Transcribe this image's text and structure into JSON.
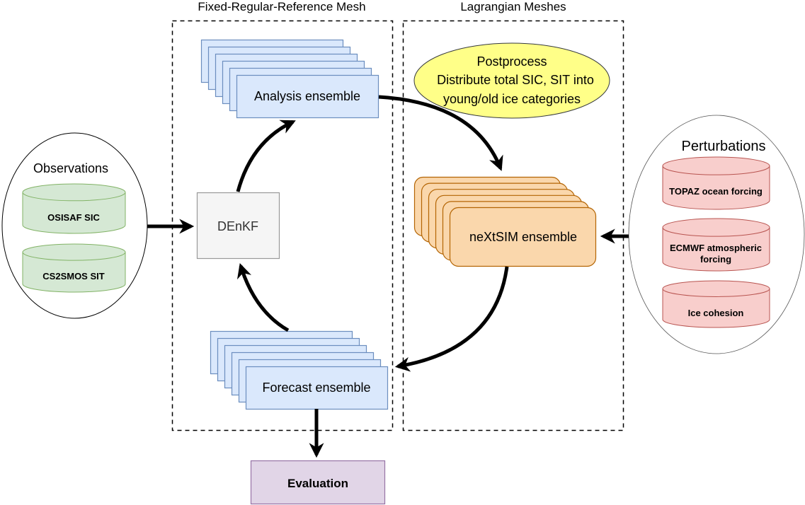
{
  "regions": {
    "fixed_mesh": {
      "title": "Fixed-Regular-Reference Mesh"
    },
    "lagrangian": {
      "title": "Lagrangian Meshes"
    }
  },
  "nodes": {
    "analysis": {
      "label": "Analysis ensemble",
      "stack_count": 6,
      "fill": "#dae8fc",
      "stroke": "#6c8ebf"
    },
    "forecast": {
      "label": "Forecast ensemble",
      "stack_count": 6,
      "fill": "#dae8fc",
      "stroke": "#6c8ebf"
    },
    "denkf": {
      "label": "DEnKF",
      "fill": "#f5f5f5",
      "stroke": "#999999",
      "text_color": "#333333"
    },
    "nextsim": {
      "label": "neXtSIM ensemble",
      "stack_count": 6,
      "fill": "#fad7ac",
      "stroke": "#b46504"
    },
    "postprocess": {
      "line1": "Postprocess",
      "line2": "Distribute total SIC, SIT into",
      "line3": "young/old ice categories",
      "fill": "#ffff88",
      "stroke": "#36393d"
    },
    "evaluation": {
      "label": "Evaluation",
      "fill": "#e1d5e7",
      "stroke": "#9673a6"
    }
  },
  "observations": {
    "title": "Observations",
    "items": [
      {
        "label": "OSISAF SIC"
      },
      {
        "label": "CS2SMOS SIT"
      }
    ],
    "fill": "#d5e8d4",
    "stroke": "#82b366"
  },
  "perturbations": {
    "title": "Perturbations",
    "items": [
      {
        "line1": "TOPAZ ocean forcing",
        "line2": ""
      },
      {
        "line1": "ECMWF atmospheric",
        "line2": "forcing"
      },
      {
        "line1": "Ice cohesion",
        "line2": ""
      }
    ],
    "fill": "#f8cecc",
    "stroke": "#b85450"
  },
  "edges": [
    {
      "from": "observations",
      "to": "denkf"
    },
    {
      "from": "denkf",
      "to": "analysis"
    },
    {
      "from": "analysis",
      "to": "nextsim"
    },
    {
      "from": "perturbations",
      "to": "nextsim"
    },
    {
      "from": "nextsim",
      "to": "forecast"
    },
    {
      "from": "forecast",
      "to": "denkf"
    },
    {
      "from": "forecast",
      "to": "evaluation"
    }
  ]
}
